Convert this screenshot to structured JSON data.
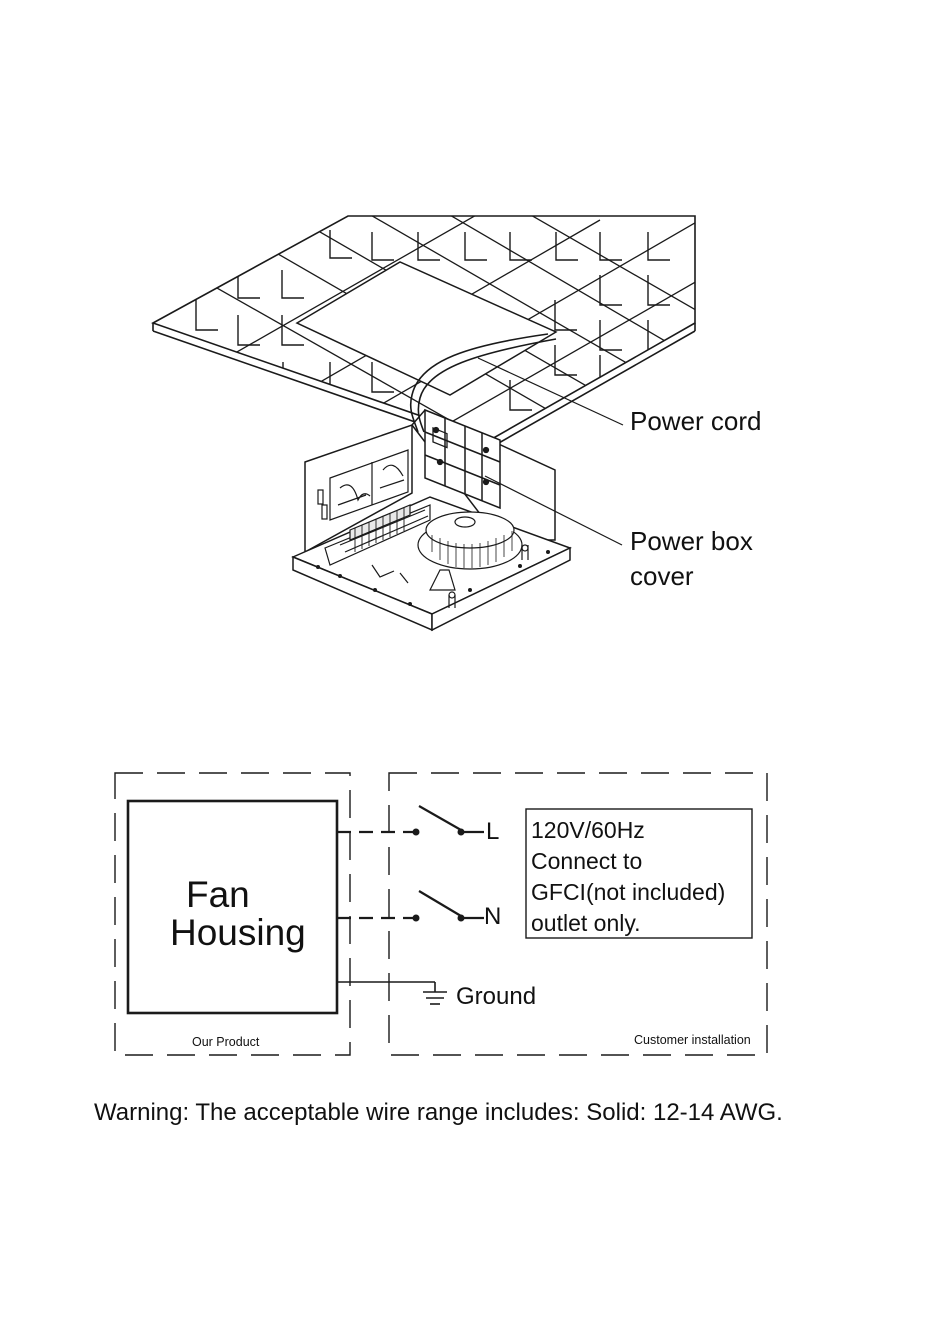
{
  "illustration": {
    "callouts": {
      "power_cord": "Power cord",
      "power_box_cover_line1": "Power box",
      "power_box_cover_line2": "cover"
    }
  },
  "wiring": {
    "fan_housing_line1": "Fan",
    "fan_housing_line2": "Housing",
    "terminal_l": "L",
    "terminal_n": "N",
    "ground": "Ground",
    "our_product": "Our Product",
    "customer_installation": "Customer installation",
    "spec_lines": [
      "120V/60Hz",
      "Connect to",
      "GFCI(not included)",
      "outlet only."
    ]
  },
  "warning": "Warning: The acceptable wire range includes: Solid: 12-14 AWG."
}
